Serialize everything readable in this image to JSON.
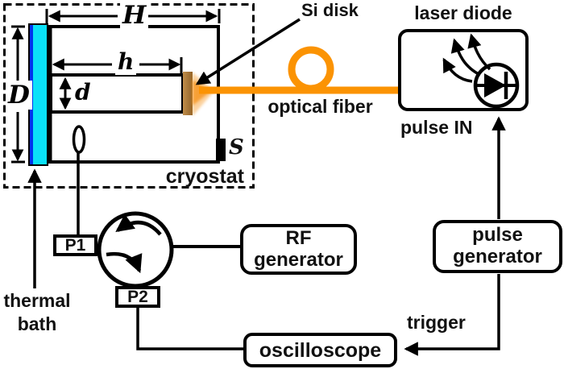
{
  "diagram": {
    "cryostat_label": "cryostat",
    "s_label": "S",
    "dims": {
      "H": "H",
      "D": "D",
      "h": "h",
      "d": "d"
    },
    "si_disk_label": "Si disk",
    "optical_fiber_label": "optical fiber",
    "laser_diode_label": "laser diode",
    "pulse_in_label": "pulse IN",
    "trigger_label": "trigger",
    "thermal_bath": {
      "line1": "thermal",
      "line2": "bath"
    },
    "ports": {
      "p1": "P1",
      "p2": "P2"
    },
    "rf_generator": {
      "line1": "RF",
      "line2": "generator"
    },
    "pulse_generator": {
      "line1": "pulse",
      "line2": "generator"
    },
    "oscilloscope_label": "oscilloscope"
  },
  "colors": {
    "thermal_bath_cyan": "#0AE1F8",
    "thermal_bath_blue_edge": "#0033EE",
    "optical_fiber_orange": "#FB9303",
    "si_disk_brown": "#A9793F",
    "line_black": "#000000"
  }
}
